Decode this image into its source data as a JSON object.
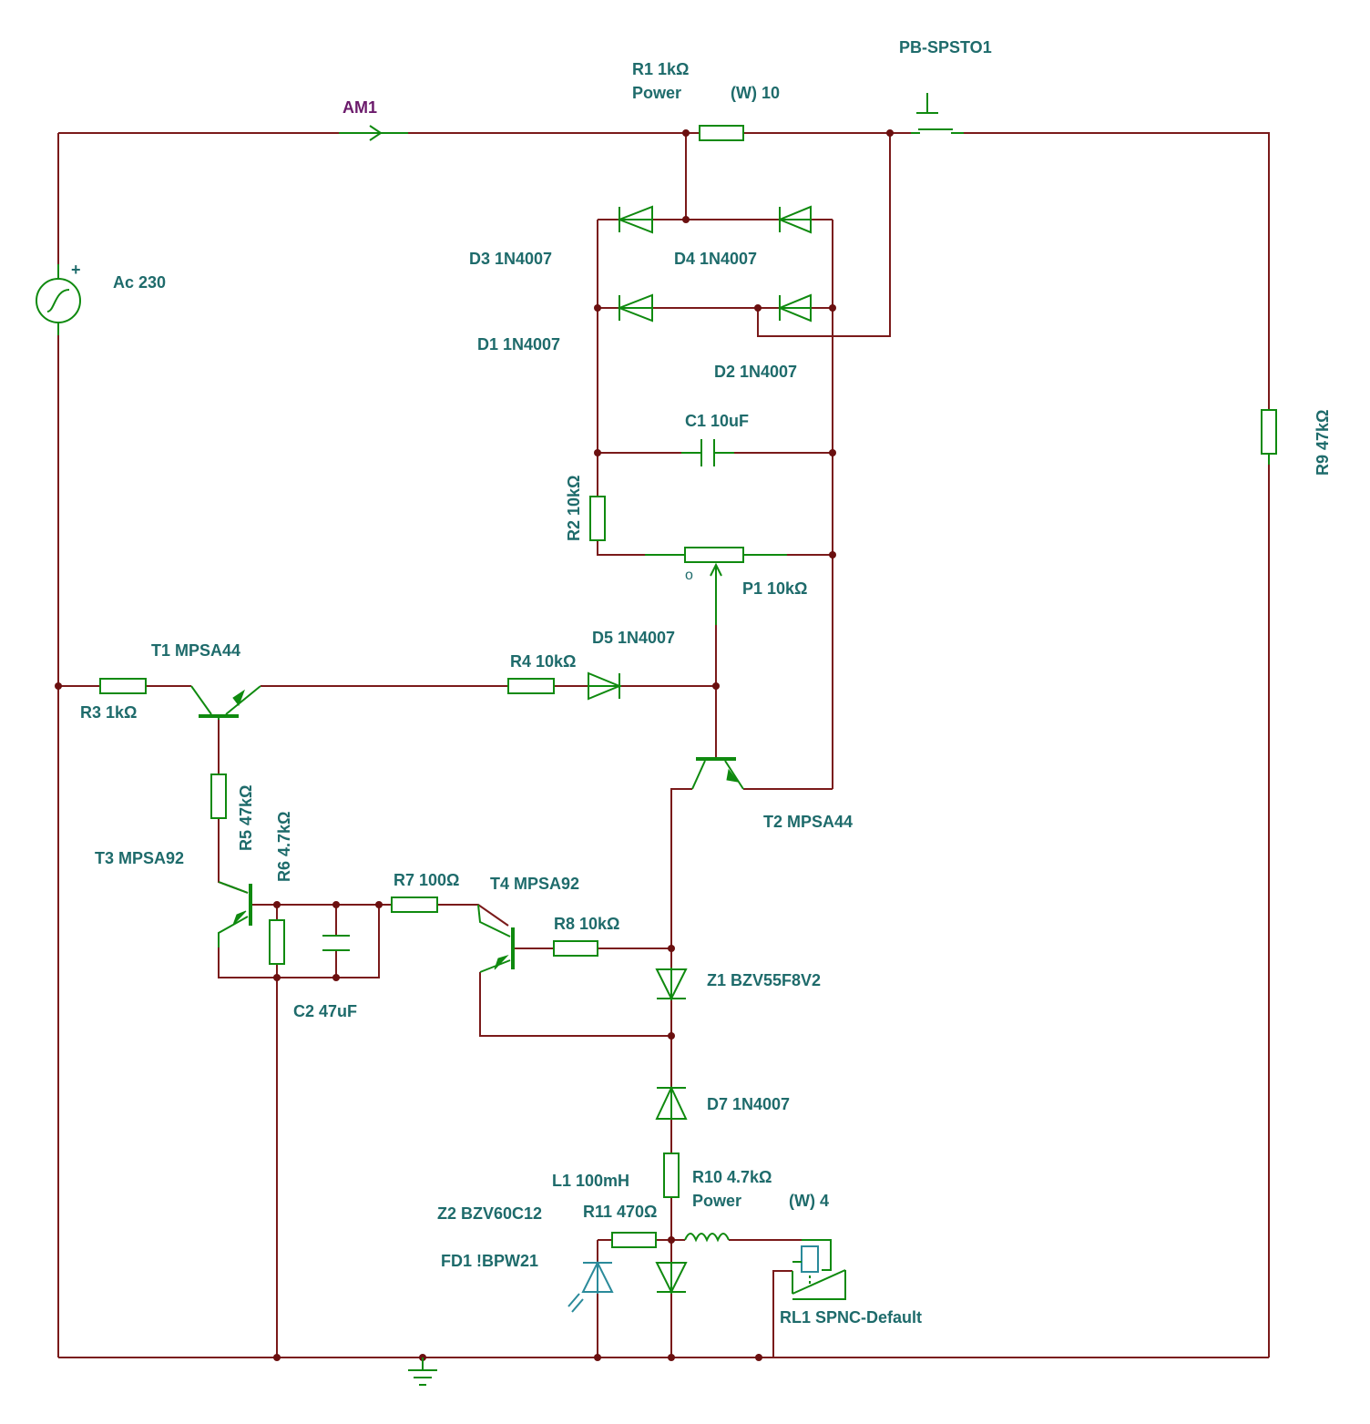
{
  "labels": {
    "r1_a": "R1 1kΩ",
    "r1_b": "Power",
    "r1_c": "(W) 10",
    "pb": "PB-SPSTO1",
    "am1": "AM1",
    "ac": "Ac 230",
    "plus": "+",
    "d3": "D3 1N4007",
    "d4": "D4 1N4007",
    "d1": "D1 1N4007",
    "d2": "D2 1N4007",
    "c1": "C1 10uF",
    "r2": "R2 10kΩ",
    "p1": "P1 10kΩ",
    "r9": "R9 47kΩ",
    "d5": "D5 1N4007",
    "t1": "T1 MPSA44",
    "r4": "R4 10kΩ",
    "r3": "R3 1kΩ",
    "r5": "R5 47kΩ",
    "r6": "R6 4.7kΩ",
    "t3": "T3 MPSA92",
    "t2": "T2 MPSA44",
    "r7": "R7 100Ω",
    "t4": "T4 MPSA92",
    "r8": "R8 10kΩ",
    "z1": "Z1 BZV55F8V2",
    "c2": "C2 47uF",
    "d7": "D7 1N4007",
    "l1": "L1 100mH",
    "r10_a": "R10 4.7kΩ",
    "r10_b": "Power",
    "r10_c": "(W) 4",
    "z2": "Z2 BZV60C12",
    "r11": "R11 470Ω",
    "fd1": "FD1 !BPW21",
    "rl1": "RL1 SPNC-Default",
    "p1_wiper": "o"
  },
  "colors": {
    "wire": "#7a1a1a",
    "component": "#0f8a0f",
    "label": "#1e6b6b",
    "meter_label": "#6b1a6b"
  }
}
